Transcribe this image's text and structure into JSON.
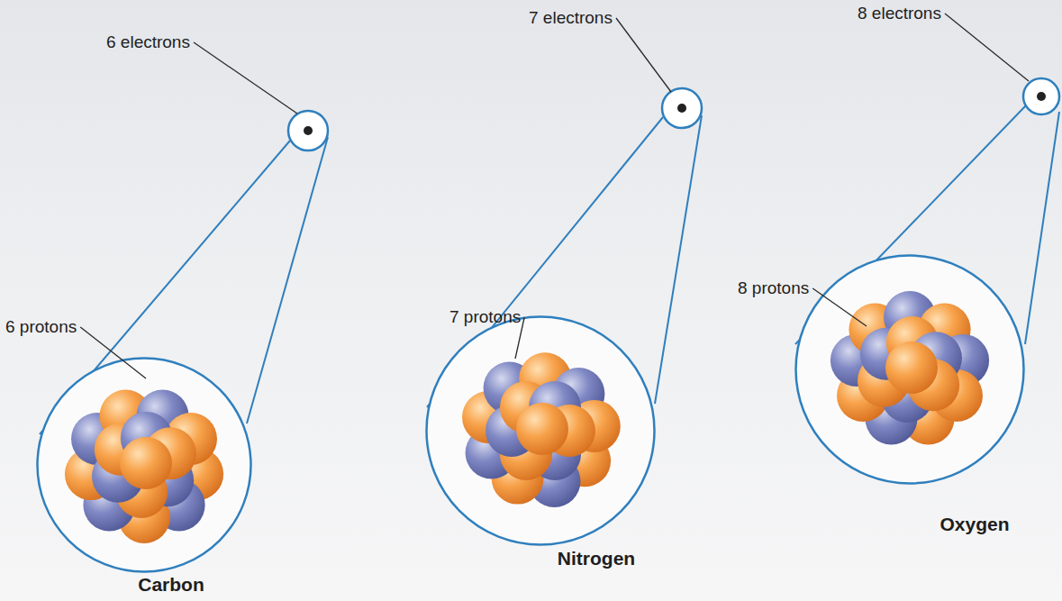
{
  "diagram": {
    "nodes": [
      {
        "text": [
          "Carbon"
        ]
      },
      {
        "text": [
          "Nitrogen"
        ]
      },
      {
        "text": [
          "Oxygen"
        ]
      }
    ],
    "labels": [
      "6 electrons",
      "7 electrons",
      "8 electrons",
      "6 protons",
      "7 protons",
      "8 protons"
    ]
  }
}
